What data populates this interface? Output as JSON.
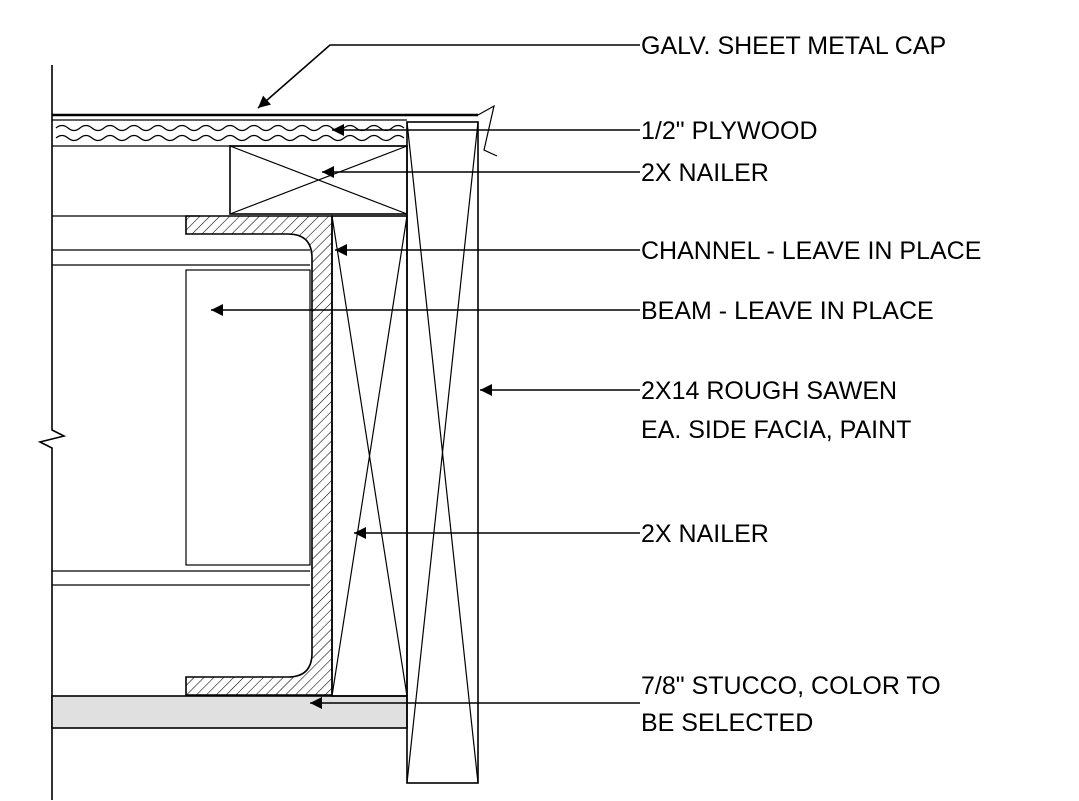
{
  "colors": {
    "line": "#000000",
    "background": "#ffffff",
    "stucco_fill": "#e0e0e0"
  },
  "callouts": [
    {
      "id": "cap",
      "text": "GALV. SHEET METAL CAP"
    },
    {
      "id": "plywood",
      "text": "1/2\" PLYWOOD"
    },
    {
      "id": "nailer_top",
      "text": "2X NAILER"
    },
    {
      "id": "channel",
      "text": "CHANNEL - LEAVE IN PLACE"
    },
    {
      "id": "beam",
      "text": "BEAM - LEAVE IN PLACE"
    },
    {
      "id": "facia",
      "text": "2X14 ROUGH SAWEN",
      "text2": "EA. SIDE FACIA, PAINT"
    },
    {
      "id": "nailer_side",
      "text": "2X NAILER"
    },
    {
      "id": "stucco",
      "text": "7/8\" STUCCO, COLOR TO",
      "text2": "BE SELECTED"
    }
  ]
}
